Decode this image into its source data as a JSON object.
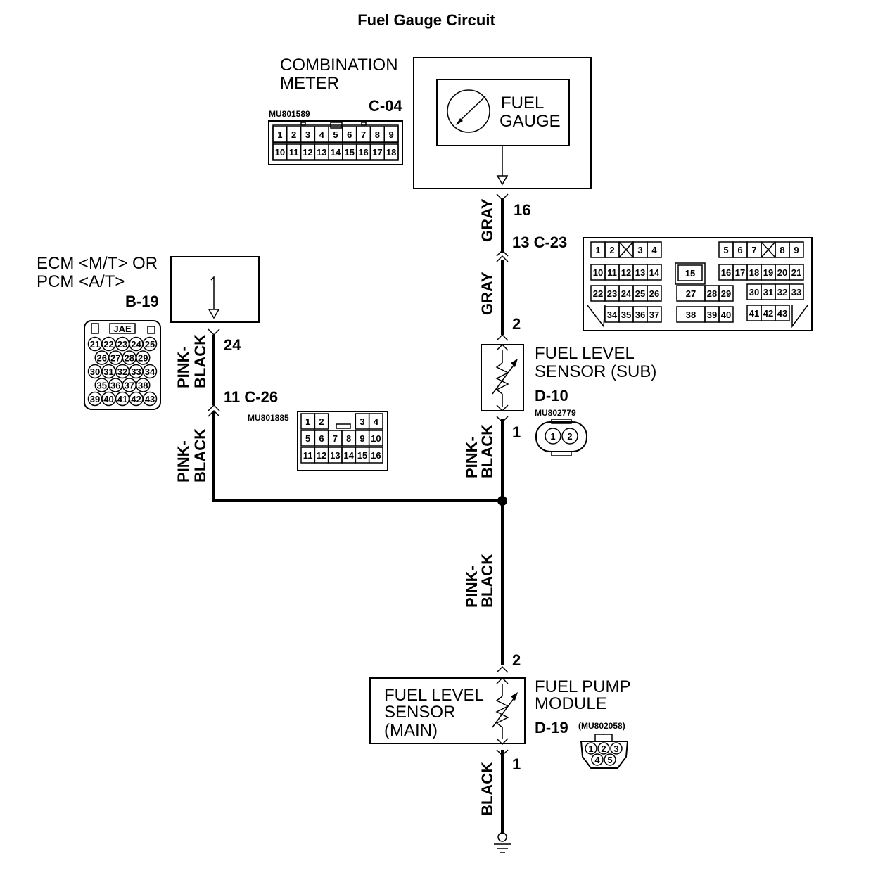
{
  "title": "Fuel Gauge Circuit",
  "combination_meter": {
    "name_line1": "COMBINATION",
    "name_line2": "METER",
    "connector_id": "C-04",
    "part_no": "MU801589",
    "gauge_line1": "FUEL",
    "gauge_line2": "GAUGE",
    "pins_row1": [
      "1",
      "2",
      "3",
      "4",
      "5",
      "6",
      "7",
      "8",
      "9"
    ],
    "pins_row2": [
      "10",
      "11",
      "12",
      "13",
      "14",
      "15",
      "16",
      "17",
      "18"
    ]
  },
  "ecm": {
    "name_line1": "ECM <M/T> OR",
    "name_line2": "PCM <A/T>",
    "connector_id": "B-19",
    "brand": "JAE",
    "pin": "24",
    "rows": [
      [
        "21",
        "22",
        "23",
        "24",
        "25"
      ],
      [
        "26",
        "27",
        "28",
        "29"
      ],
      [
        "30",
        "31",
        "32",
        "33",
        "34"
      ],
      [
        "35",
        "36",
        "37",
        "38"
      ],
      [
        "39",
        "40",
        "41",
        "42",
        "43"
      ]
    ]
  },
  "c26": {
    "pin_label": "11 C-26",
    "part_no": "MU801885",
    "row1": [
      "1",
      "2",
      "",
      "",
      "3",
      "4"
    ],
    "row2": [
      "5",
      "6",
      "7",
      "8",
      "9",
      "10"
    ],
    "row3": [
      "11",
      "12",
      "13",
      "14",
      "15",
      "16"
    ]
  },
  "c23": {
    "pin_label": "13 C-23",
    "r1_left": [
      "1",
      "2",
      "",
      "3",
      "4"
    ],
    "r1_right": [
      "5",
      "6",
      "7",
      "",
      "8",
      "9"
    ],
    "r2_left": [
      "10",
      "11",
      "12",
      "13",
      "14"
    ],
    "r2_mid": "15",
    "r2_right": [
      "16",
      "17",
      "18",
      "19",
      "20",
      "21"
    ],
    "r3_left": [
      "22",
      "23",
      "24",
      "25",
      "26"
    ],
    "r3_mid": [
      "27",
      "28",
      "29"
    ],
    "r3_right": [
      "30",
      "31",
      "32",
      "33"
    ],
    "r4_left": [
      "34",
      "35",
      "36",
      "37"
    ],
    "r4_mid": [
      "38",
      "39",
      "40"
    ],
    "r4_right": [
      "41",
      "42",
      "43"
    ]
  },
  "sub_sensor": {
    "name_line1": "FUEL LEVEL",
    "name_line2": "SENSOR (SUB)",
    "connector_id": "D-10",
    "part_no": "MU802779",
    "pins": [
      "1",
      "2"
    ],
    "pin_top": "2",
    "pin_bottom": "1"
  },
  "pump_module": {
    "name_line1": "FUEL PUMP",
    "name_line2": "MODULE",
    "connector_id": "D-19",
    "part_no": "(MU802058)",
    "sensor_line1": "FUEL LEVEL",
    "sensor_line2": "SENSOR",
    "sensor_line3": "(MAIN)",
    "pins_top": [
      "1",
      "2",
      "3"
    ],
    "pins_bottom": [
      "4",
      "5"
    ],
    "pin_top": "2",
    "pin_bottom": "1"
  },
  "meter_pin": "16",
  "wire_colors": {
    "gray": "GRAY",
    "pink_line1": "PINK-",
    "pink_line2": "BLACK",
    "black": "BLACK"
  }
}
